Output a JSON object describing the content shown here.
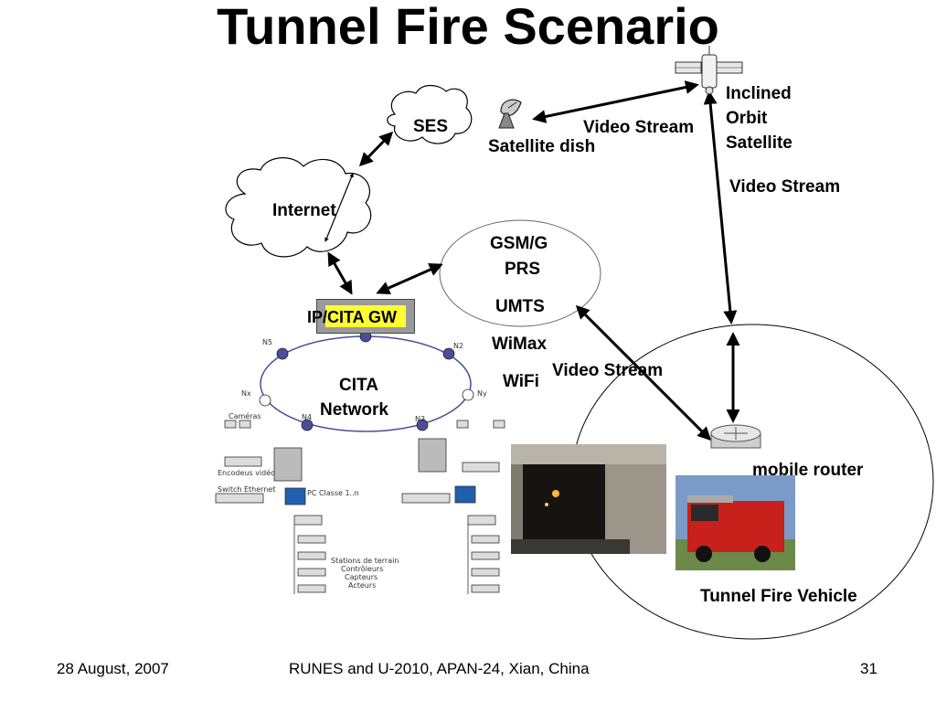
{
  "slide": {
    "title": "Tunnel Fire Scenario",
    "labels": {
      "ses": "SES",
      "internet": "Internet",
      "satellite_dish": "Satellite dish",
      "video_stream_top": "Video Stream",
      "inclined_orbit_1": "Inclined",
      "inclined_orbit_2": "Orbit",
      "inclined_orbit_3": "Satellite",
      "video_stream_right": "Video Stream",
      "gsm_1": "GSM/G",
      "gsm_2": "PRS",
      "umts": "UMTS",
      "wimax": "WiMax",
      "wifi": "WiFi",
      "video_stream_mid": "Video Stream",
      "ip_cita_gw": "IP/CITA GW",
      "cita_network_1": "CITA",
      "cita_network_2": "Network",
      "mobile_router": "mobile router",
      "tunnel_fire_vehicle": "Tunnel Fire Vehicle"
    },
    "network_small": {
      "n5": "N5",
      "n2": "N2",
      "nx": "Nx",
      "ny": "Ny",
      "n4": "N4",
      "n3": "N3",
      "cameras": "Caméras",
      "encodeurs": "Encodeus vidéo",
      "switch": "Switch Ethernet",
      "pc": "PC Classe 1..n",
      "stations_1": "Stations de terrain",
      "stations_2": "Contrôleurs",
      "stations_3": "Capteurs",
      "stations_4": "Acteurs"
    },
    "footer": {
      "date": "28 August, 2007",
      "event": "RUNES and U-2010, APAN-24, Xian, China",
      "page": "31"
    },
    "colors": {
      "gateway_highlight": "#ffff33",
      "node_fill": "#4a4e9a",
      "truck_red": "#c8201a"
    }
  }
}
